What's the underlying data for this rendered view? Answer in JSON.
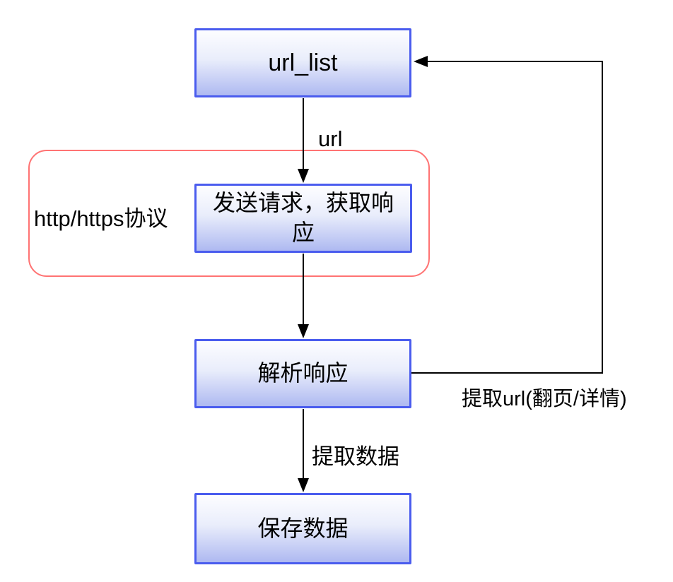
{
  "diagram": {
    "type": "flowchart",
    "nodes": {
      "url_list": {
        "label": "url_list"
      },
      "send_request": {
        "label": "发送请求，获取响应"
      },
      "parse_response": {
        "label": "解析响应"
      },
      "save_data": {
        "label": "保存数据"
      }
    },
    "group": {
      "label": "http/https协议"
    },
    "edges": {
      "url_list_to_send_request": {
        "label": "url"
      },
      "send_request_to_parse_response": {
        "label": ""
      },
      "parse_response_to_save_data": {
        "label": "提取数据"
      },
      "parse_response_to_url_list": {
        "label": "提取url(翻页/详情)"
      }
    },
    "colors": {
      "node_border": "#4a5cee",
      "node_fill_top": "#fdfdff",
      "node_fill_bottom": "#aeb9f1",
      "group_border": "#ff7373",
      "connector": "#000000",
      "text": "#000000",
      "background": "#ffffff"
    }
  }
}
